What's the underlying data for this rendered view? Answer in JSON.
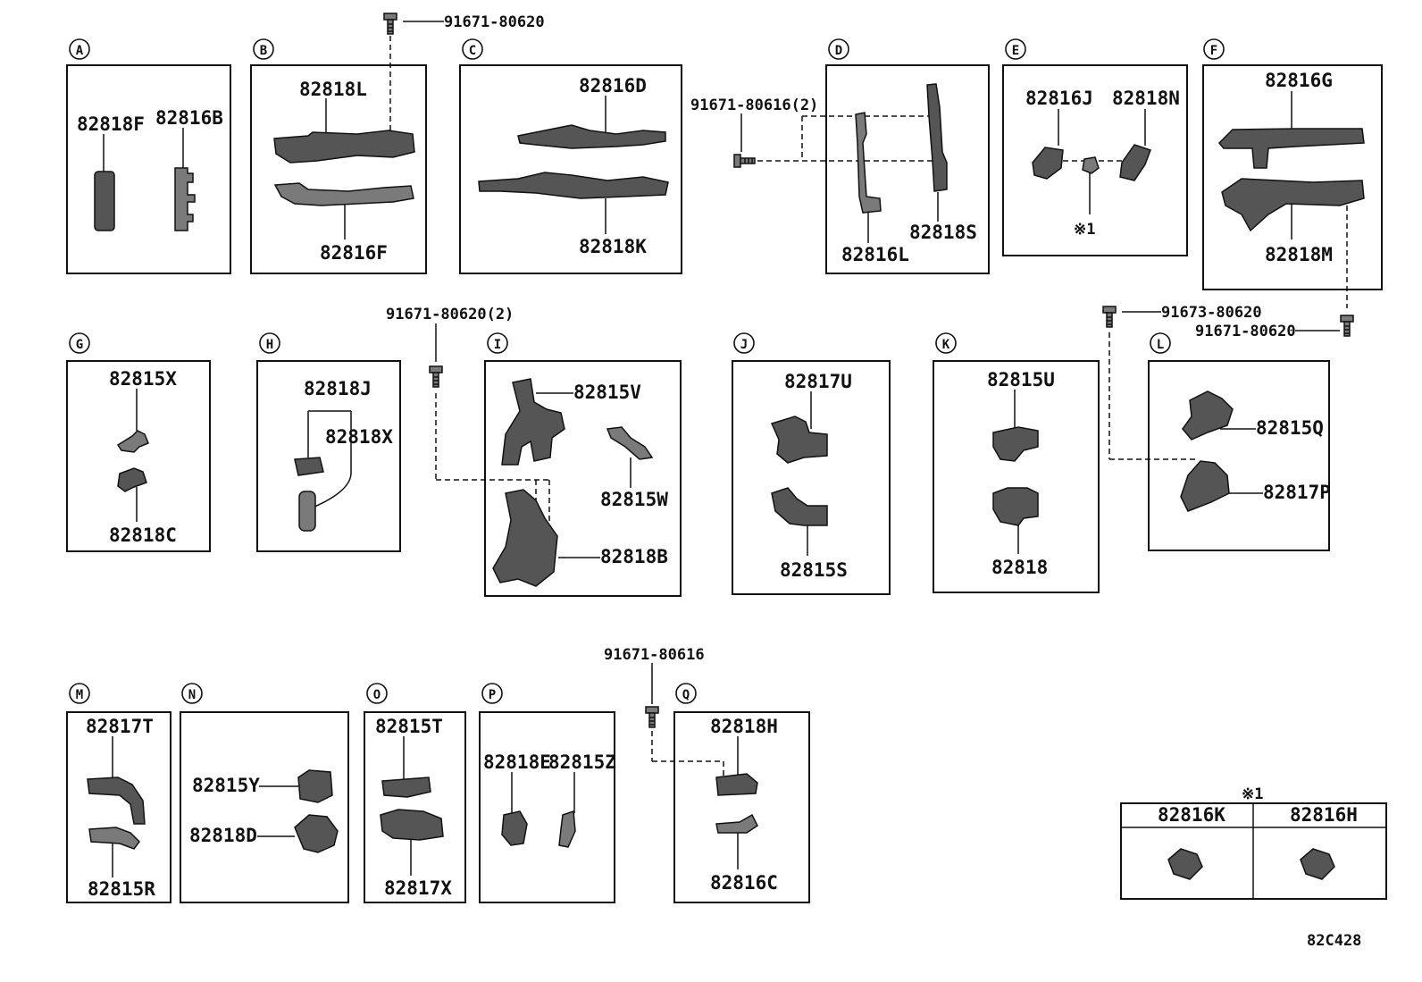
{
  "groups": [
    {
      "letter": "A",
      "parts": [
        "82818F",
        "82816B"
      ]
    },
    {
      "letter": "B",
      "parts": [
        "82818L",
        "82816F"
      ]
    },
    {
      "letter": "C",
      "parts": [
        "82816D",
        "82818K"
      ]
    },
    {
      "letter": "D",
      "parts": [
        "82816L",
        "82818S"
      ]
    },
    {
      "letter": "E",
      "parts": [
        "82816J",
        "82818N"
      ],
      "note": "※1"
    },
    {
      "letter": "F",
      "parts": [
        "82816G",
        "82818M"
      ]
    },
    {
      "letter": "G",
      "parts": [
        "82815X",
        "82818C"
      ]
    },
    {
      "letter": "H",
      "parts": [
        "82818J",
        "82818X"
      ]
    },
    {
      "letter": "I",
      "parts": [
        "82815V",
        "82815W",
        "82818B"
      ]
    },
    {
      "letter": "J",
      "parts": [
        "82817U",
        "82815S"
      ]
    },
    {
      "letter": "K",
      "parts": [
        "82815U",
        "82818"
      ]
    },
    {
      "letter": "L",
      "parts": [
        "82815Q",
        "82817P"
      ]
    },
    {
      "letter": "M",
      "parts": [
        "82817T",
        "82815R"
      ]
    },
    {
      "letter": "N",
      "parts": [
        "82815Y",
        "82818D"
      ]
    },
    {
      "letter": "O",
      "parts": [
        "82815T",
        "82817X"
      ]
    },
    {
      "letter": "P",
      "parts": [
        "82818E",
        "82815Z"
      ]
    },
    {
      "letter": "Q",
      "parts": [
        "82818H",
        "82816C"
      ]
    }
  ],
  "fasteners": [
    "91671-80620",
    "91671-80616(2)",
    "91671-80620(2)",
    "91673-80620",
    "91671-80620",
    "91671-80616"
  ],
  "footnote": {
    "mark": "※1",
    "parts": [
      "82816K",
      "82816H"
    ]
  },
  "diagram_code": "82C428"
}
